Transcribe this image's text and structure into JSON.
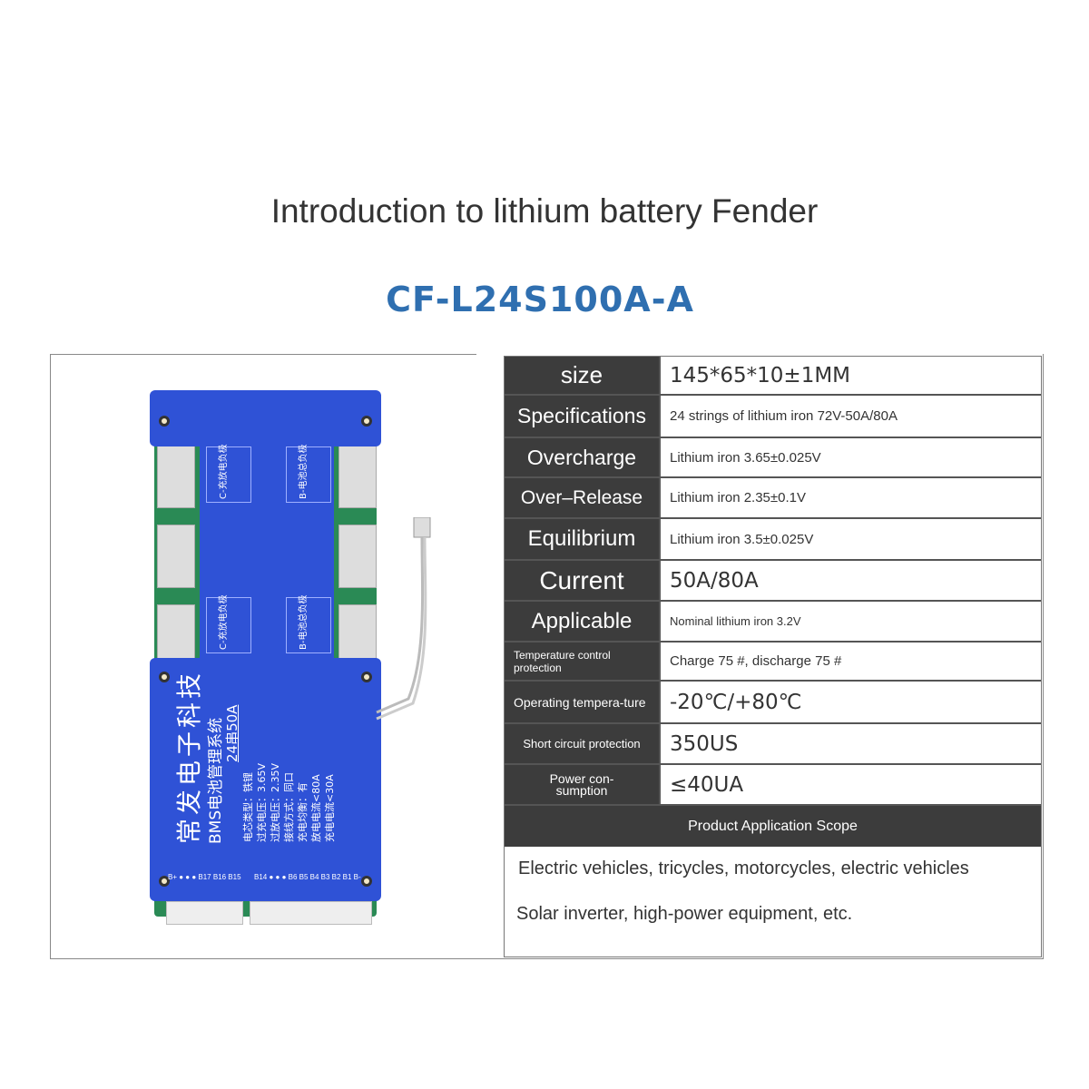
{
  "header": {
    "title": "Introduction to lithium battery Fender",
    "model": "CF-L24S100A-A"
  },
  "specs": [
    {
      "label": "size",
      "value": "145*65*10±1MM"
    },
    {
      "label": "Specifications",
      "value": "24 strings of lithium iron 72V-50A/80A"
    },
    {
      "label": "Overcharge",
      "value": "Lithium iron 3.65±0.025V"
    },
    {
      "label": "Over–Release",
      "value": "Lithium iron 2.35±0.1V"
    },
    {
      "label": "Equilibrium",
      "value": "Lithium iron 3.5±0.025V"
    },
    {
      "label": "Current",
      "value": "50A/80A"
    },
    {
      "label": "Applicable",
      "value": "Nominal lithium iron 3.2V"
    },
    {
      "label": "Temperature control protection",
      "value": "Charge 75 #, discharge 75 #"
    },
    {
      "label": "Operating tempera-ture",
      "value": "-20℃/+80℃"
    },
    {
      "label": "Short circuit protection",
      "value": "350US"
    },
    {
      "label": "Power con-sumption",
      "value": "≤40UA"
    }
  ],
  "scope": {
    "heading": "Product Application Scope",
    "lines": [
      "Electric vehicles, tricycles, motorcycles, electric vehicles",
      "Solar inverter, high-power equipment, etc."
    ]
  },
  "board": {
    "brand": "常发电子科技",
    "system": "BMS电池管理系统",
    "rating": "24串50A",
    "params": [
      "电芯类型：铁锂",
      "过充电压：3.65V",
      "过放电压：2.35V",
      "接线方式：同口",
      "充电均衡：有",
      "放电电流<80A",
      "充电电流<30A"
    ],
    "box1": "C-充放电负极",
    "box2": "B-电池总负极",
    "pins_left": "B+ ● ● ● B17 B16 B15",
    "pins_right": "B14 ● ● ● B6 B5 B4 B3 B2 B1 B-"
  }
}
